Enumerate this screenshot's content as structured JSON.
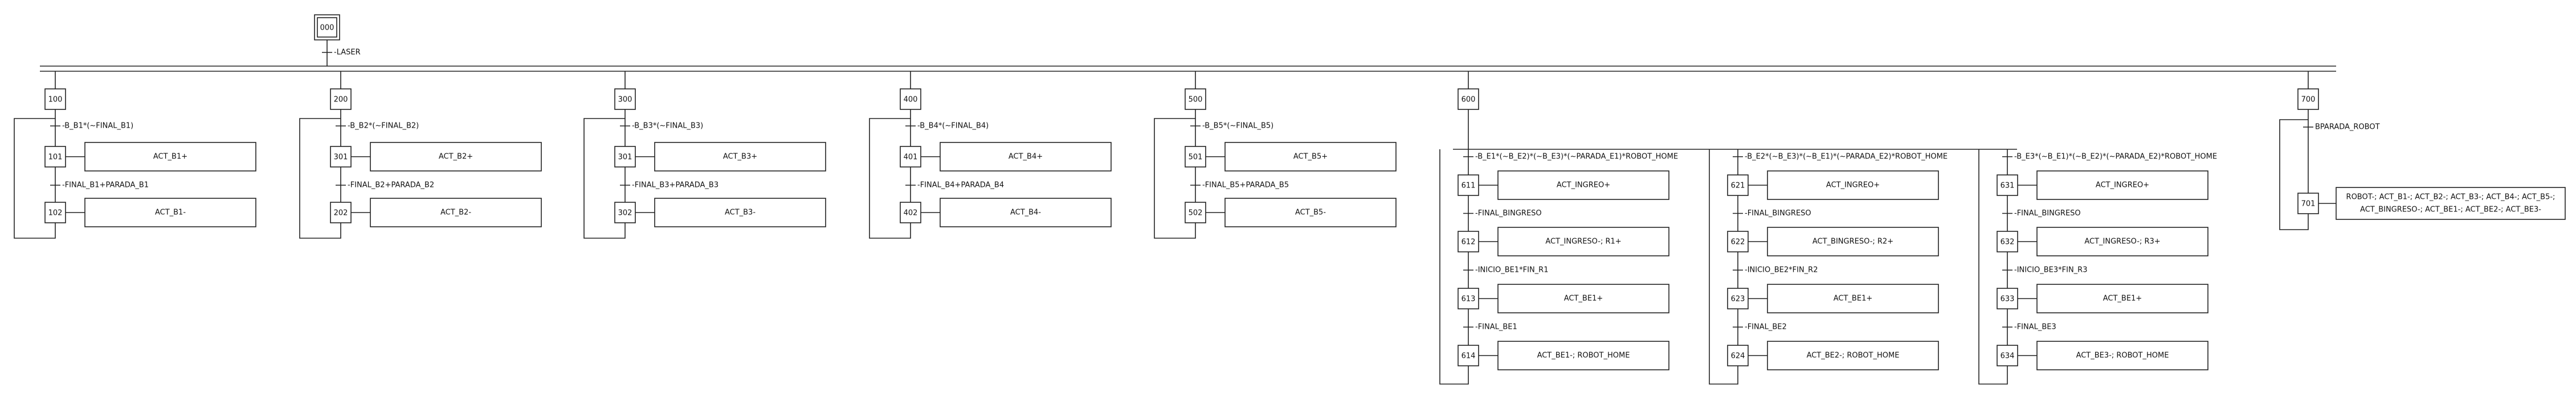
{
  "initial_step": "000",
  "initial_transition": "LASER",
  "branches": [
    {
      "id": "B1",
      "head_step": "100",
      "steps": [
        {
          "num": "101",
          "action": "ACT_B1+"
        },
        {
          "num": "102",
          "action": "ACT_B1-"
        }
      ],
      "entry_transition": "B_B1*(~FINAL_B1)",
      "transitions": [
        "FINAL_B1+PARADA_B1"
      ]
    },
    {
      "id": "B2",
      "head_step": "200",
      "steps": [
        {
          "num": "301",
          "action": "ACT_B2+"
        },
        {
          "num": "202",
          "action": "ACT_B2-"
        }
      ],
      "entry_transition": "B_B2*(~FINAL_B2)",
      "transitions": [
        "FINAL_B2+PARADA_B2"
      ]
    },
    {
      "id": "B3",
      "head_step": "300",
      "steps": [
        {
          "num": "301",
          "action": "ACT_B3+"
        },
        {
          "num": "302",
          "action": "ACT_B3-"
        }
      ],
      "entry_transition": "B_B3*(~FINAL_B3)",
      "transitions": [
        "FINAL_B3+PARADA_B3"
      ]
    },
    {
      "id": "B4",
      "head_step": "400",
      "steps": [
        {
          "num": "401",
          "action": "ACT_B4+"
        },
        {
          "num": "402",
          "action": "ACT_B4-"
        }
      ],
      "entry_transition": "B_B4*(~FINAL_B4)",
      "transitions": [
        "FINAL_B4+PARADA_B4"
      ]
    },
    {
      "id": "B5",
      "head_step": "500",
      "steps": [
        {
          "num": "501",
          "action": "ACT_B5+"
        },
        {
          "num": "502",
          "action": "ACT_B5-"
        }
      ],
      "entry_transition": "B_B5*(~FINAL_B5)",
      "transitions": [
        "FINAL_B5+PARADA_B5"
      ]
    }
  ],
  "robot_section": {
    "head_step": "600",
    "columns": [
      {
        "entry_transition": "B_E1*(~B_E2)*(~B_E3)*(~PARADA_E1)*ROBOT_HOME",
        "steps": [
          {
            "num": "611",
            "action": "ACT_INGREO+"
          },
          {
            "num": "612",
            "action": "ACT_INGRESO-; R1+"
          },
          {
            "num": "613",
            "action": "ACT_BE1+"
          },
          {
            "num": "614",
            "action": "ACT_BE1-; ROBOT_HOME"
          }
        ],
        "transitions": [
          "FINAL_BINGRESO",
          "INICIO_BE1*FIN_R1",
          "FINAL_BE1"
        ]
      },
      {
        "entry_transition": "B_E2*(~B_E3)*(~B_E1)*(~PARADA_E2)*ROBOT_HOME",
        "steps": [
          {
            "num": "621",
            "action": "ACT_INGREO+"
          },
          {
            "num": "622",
            "action": "ACT_BINGRESO-; R2+"
          },
          {
            "num": "623",
            "action": "ACT_BE1+"
          },
          {
            "num": "624",
            "action": "ACT_BE2-; ROBOT_HOME"
          }
        ],
        "transitions": [
          "FINAL_BINGRESO",
          "INICIO_BE2*FIN_R2",
          "FINAL_BE2"
        ]
      },
      {
        "entry_transition": "B_E3*(~B_E1)*(~B_E2)*(~PARADA_E2)*ROBOT_HOME",
        "steps": [
          {
            "num": "631",
            "action": "ACT_INGREO+"
          },
          {
            "num": "632",
            "action": "ACT_INGRESO-; R3+"
          },
          {
            "num": "633",
            "action": "ACT_BE1+"
          },
          {
            "num": "634",
            "action": "ACT_BE3-; ROBOT_HOME"
          }
        ],
        "transitions": [
          "FINAL_BINGRESO",
          "INICIO_BE3*FIN_R3",
          "FINAL_BE3"
        ]
      }
    ]
  },
  "stop_section": {
    "head_step": "700",
    "entry_transition": "BPARADA_ROBOT",
    "step": {
      "num": "701",
      "action_lines": [
        "ROBOT-; ACT_B1-; ACT_B2-; ACT_B3-; ACT_B4-; ACT_B5-;",
        "ACT_BINGRESO-; ACT_BE1-; ACT_BE2-; ACT_BE3-"
      ]
    }
  }
}
